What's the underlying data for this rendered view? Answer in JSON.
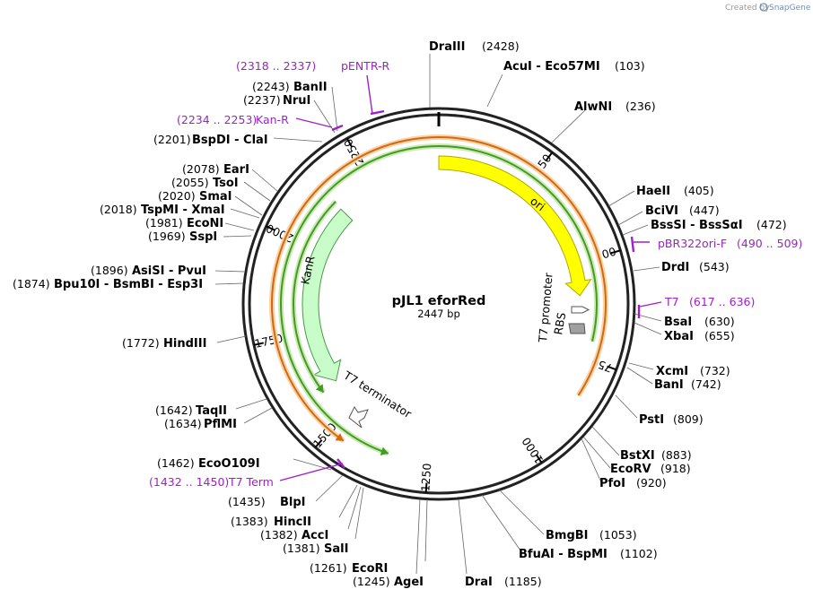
{
  "credit": {
    "prefix": "Created by",
    "brand": "SnapGene"
  },
  "plasmid": {
    "name": "pJL1 eforRed",
    "size_label": "2447 bp",
    "length": 2447
  },
  "colors": {
    "ori": "#ffff00",
    "ori_stroke": "#b0a800",
    "kanr": "#c8fcc8",
    "kanr_stroke": "#4a9a4a",
    "orf_green": "#3f9d1f",
    "orf_orange": "#f2a65a",
    "primer": "#a020c8",
    "feature_outline": "#555555",
    "rbs": "#a0a0a0"
  },
  "ticks": [
    {
      "pos": 250,
      "label": "250"
    },
    {
      "pos": 500,
      "label": "500"
    },
    {
      "pos": 750,
      "label": "750"
    },
    {
      "pos": 1000,
      "label": "1000"
    },
    {
      "pos": 1250,
      "label": "1250"
    },
    {
      "pos": 1500,
      "label": "1500"
    },
    {
      "pos": 1750,
      "label": "1750"
    },
    {
      "pos": 2000,
      "label": "2000"
    },
    {
      "pos": 2250,
      "label": "2250"
    }
  ],
  "features": [
    {
      "name": "ori",
      "label": "ori",
      "start": 0,
      "end": 589,
      "direction": "cw",
      "lane": 0,
      "color": "ori"
    },
    {
      "name": "kanr",
      "label": "KanR",
      "start": 2135,
      "end": 1585,
      "direction": "ccw",
      "lane": 0,
      "color": "kanr"
    },
    {
      "name": "orf-green-inner",
      "label": "",
      "start": 705,
      "end": 1350,
      "direction": "ccw",
      "lane": 1,
      "color": "orf_green"
    },
    {
      "name": "orf-green-outer",
      "label": "",
      "start": 2140,
      "end": 1580,
      "direction": "ccw",
      "lane": 2,
      "color": "orf_green"
    },
    {
      "name": "orf-orange",
      "label": "",
      "start": 838,
      "end": 1460,
      "direction": "ccw",
      "lane": 3,
      "color": "orf_orange"
    }
  ],
  "small_features": [
    {
      "name": "t7-promoter",
      "label": "T7 promoter",
      "kind": "promoter"
    },
    {
      "name": "rbs",
      "label": "RBS",
      "kind": "rbs"
    },
    {
      "name": "t7-terminator",
      "label": "T7 terminator",
      "kind": "terminator"
    }
  ],
  "sites": [
    {
      "name": "DraIII",
      "pos": "(2428)"
    },
    {
      "name": "AcuI  - Eco57MI",
      "pos": "(103)"
    },
    {
      "name": "AlwNI",
      "pos": "(236)"
    },
    {
      "name": "HaeII",
      "pos": "(405)"
    },
    {
      "name": "BciVI",
      "pos": "(447)"
    },
    {
      "name": "BssSI  - BssSαI",
      "pos": "(472)"
    },
    {
      "name": "DrdI",
      "pos": "(543)"
    },
    {
      "name": "BsaI",
      "pos": "(630)"
    },
    {
      "name": "XbaI",
      "pos": "(655)"
    },
    {
      "name": "XcmI",
      "pos": "(732)"
    },
    {
      "name": "BanI",
      "pos": "(742)"
    },
    {
      "name": "PstI",
      "pos": "(809)"
    },
    {
      "name": "BstXI",
      "pos": "(883)"
    },
    {
      "name": "EcoRV",
      "pos": "(918)"
    },
    {
      "name": "PfoI",
      "pos": "(920)"
    },
    {
      "name": "BmgBI",
      "pos": "(1053)"
    },
    {
      "name": "BfuAI  - BspMI",
      "pos": "(1102)"
    },
    {
      "name": "DraI",
      "pos": "(1185)"
    },
    {
      "name": "AgeI",
      "pos": "(1245)"
    },
    {
      "name": "EcoRI",
      "pos": "(1261)"
    },
    {
      "name": "SalI",
      "pos": "(1381)"
    },
    {
      "name": "AccI",
      "pos": "(1382)"
    },
    {
      "name": "HincII",
      "pos": "(1383)"
    },
    {
      "name": "BlpI",
      "pos": "(1435)"
    },
    {
      "name": "EcoO109I",
      "pos": "(1462)"
    },
    {
      "name": "PflMI",
      "pos": "(1634)"
    },
    {
      "name": "TaqII",
      "pos": "(1642)"
    },
    {
      "name": "HindIII",
      "pos": "(1772)"
    },
    {
      "name": "Bpu10I  - BsmBI  - Esp3I",
      "pos": "(1874)"
    },
    {
      "name": "AsiSI  - PvuI",
      "pos": "(1896)"
    },
    {
      "name": "SspI",
      "pos": "(1969)"
    },
    {
      "name": "EcoNI",
      "pos": "(1981)"
    },
    {
      "name": "TspMI  - XmaI",
      "pos": "(2018)"
    },
    {
      "name": "SmaI",
      "pos": "(2020)"
    },
    {
      "name": "TsoI",
      "pos": "(2055)"
    },
    {
      "name": "EarI",
      "pos": "(2078)"
    },
    {
      "name": "BspDI  - ClaI",
      "pos": "(2201)"
    },
    {
      "name": "NruI",
      "pos": "(2237)"
    },
    {
      "name": "BanII",
      "pos": "(2243)"
    }
  ],
  "primers": [
    {
      "name": "pENTR-R",
      "range": "(2318 .. 2337)"
    },
    {
      "name": "Kan-R",
      "range": "(2234 .. 2253)"
    },
    {
      "name": "pBR322ori-F",
      "range": "(490 .. 509)"
    },
    {
      "name": "T7",
      "range": "(617 .. 636)"
    },
    {
      "name": "T7 Term",
      "range": "(1432 .. 1450)"
    }
  ]
}
